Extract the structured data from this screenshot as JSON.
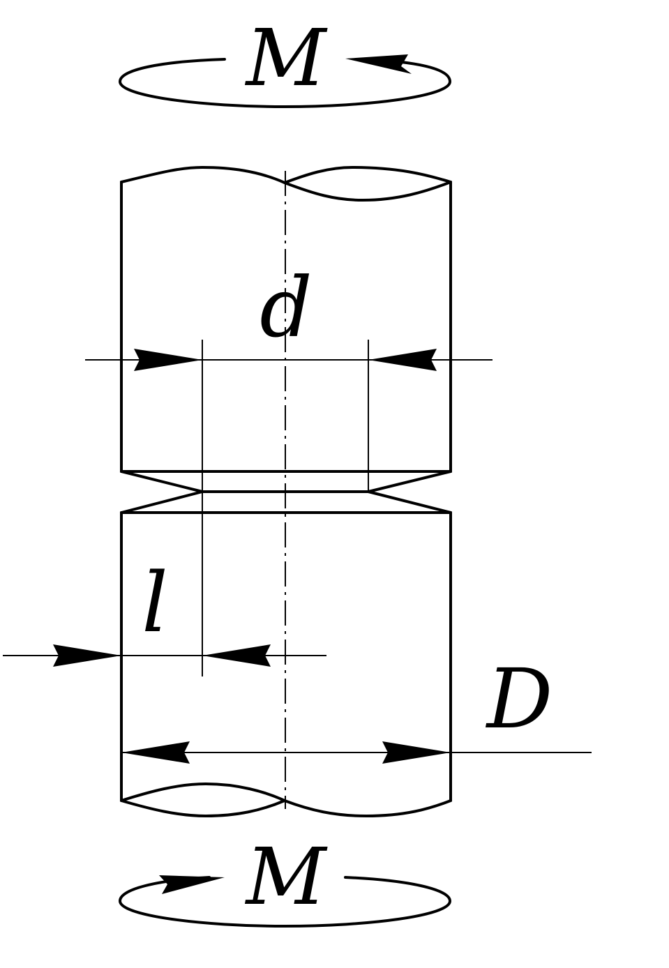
{
  "labels": {
    "moment_top": "M",
    "moment_bottom": "M",
    "inner_diameter": "d",
    "notch_length": "l",
    "outer_diameter": "D"
  },
  "colors": {
    "ink": "#000000",
    "background": "#ffffff"
  }
}
